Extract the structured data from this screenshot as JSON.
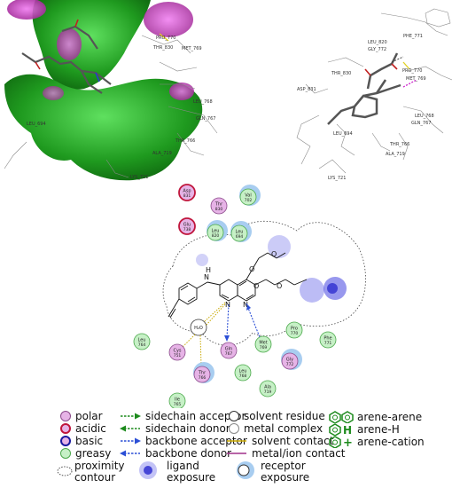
{
  "panels": {
    "surface_labels": [
      "PRO_770",
      "THR_830",
      "MET_769",
      "LEU_768",
      "GLN_767",
      "THR_766",
      "ALA_719",
      "LYS_721",
      "LEU_694"
    ],
    "stick_labels": [
      "PHE_771",
      "LEU_820",
      "GLY_772",
      "PRO_770",
      "THR_830",
      "MET_769",
      "LEU_768",
      "GLN_767",
      "LEU_694",
      "THR_766",
      "ALA_719",
      "LYS_721",
      "ASP_831"
    ]
  },
  "residues": [
    {
      "id": "asp831",
      "name": "Asp",
      "num": "831",
      "type": "acidic"
    },
    {
      "id": "glu738",
      "name": "Glu",
      "num": "738",
      "type": "acidic"
    },
    {
      "id": "thr830",
      "name": "Thr",
      "num": "830",
      "type": "polar"
    },
    {
      "id": "leu820",
      "name": "Leu",
      "num": "820",
      "type": "greasy"
    },
    {
      "id": "val702",
      "name": "Val",
      "num": "702",
      "type": "greasy"
    },
    {
      "id": "leu694",
      "name": "Leu",
      "num": "694",
      "type": "greasy"
    },
    {
      "id": "lys721",
      "name": "Lys",
      "num": "721",
      "type": "basic"
    },
    {
      "id": "pro770",
      "name": "Pro",
      "num": "770",
      "type": "greasy"
    },
    {
      "id": "phe771",
      "name": "Phe",
      "num": "771",
      "type": "greasy"
    },
    {
      "id": "met769",
      "name": "Met",
      "num": "769",
      "type": "greasy"
    },
    {
      "id": "gly772",
      "name": "Gly",
      "num": "772",
      "type": "polar"
    },
    {
      "id": "leu764",
      "name": "Leu",
      "num": "764",
      "type": "greasy"
    },
    {
      "id": "cys751",
      "name": "Cys",
      "num": "751",
      "type": "polar"
    },
    {
      "id": "gln767",
      "name": "Gln",
      "num": "767",
      "type": "polar"
    },
    {
      "id": "leu768",
      "name": "Leu",
      "num": "768",
      "type": "greasy"
    },
    {
      "id": "thr766",
      "name": "Thr",
      "num": "766",
      "type": "polar"
    },
    {
      "id": "ala719",
      "name": "Ala",
      "num": "719",
      "type": "greasy"
    },
    {
      "id": "ile765",
      "name": "Ile",
      "num": "765",
      "type": "greasy"
    }
  ],
  "ligand": {
    "atom_n": "N",
    "atom_h": "H",
    "atom_o": "O",
    "water": "H₂O"
  },
  "legend": {
    "polar": "polar",
    "acidic": "acidic",
    "basic": "basic",
    "greasy": "greasy",
    "proximity": "proximity\ncontour",
    "sidechain_acceptor": "sidechain acceptor",
    "sidechain_donor": "sidechain donor",
    "backbone_acceptor": "backbone acceptor",
    "backbone_donor": "backbone donor",
    "ligand_exposure": "ligand\nexposure",
    "solvent_residue": "solvent residue",
    "metal_complex": "metal complex",
    "solvent_contact": "solvent contact",
    "metal_ion_contact": "metal/ion contact",
    "receptor_exposure": "receptor\nexposure",
    "arene_arene": "arene-arene",
    "arene_h": "arene-H",
    "arene_cation": "arene-cation"
  },
  "colors": {
    "polar_fill": "#e6b3e6",
    "acidic_ring": "#c0163c",
    "basic_ring": "#1a1aa0",
    "greasy_fill": "#c6f0c6",
    "greasy_ring": "#4aa84a",
    "sidechain": "#1c8a1c",
    "backbone": "#2b4fd6",
    "solvent_contact": "#c8a800",
    "metal_contact": "#a0308a",
    "surface_green": "#2fae2f",
    "surface_magenta": "#d040c8"
  }
}
